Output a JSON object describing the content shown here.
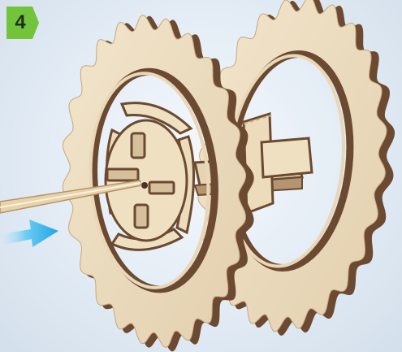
{
  "step": {
    "number": "4",
    "badge_color": "#73c43a"
  },
  "illustration": {
    "parts": [
      "front-gear",
      "rear-gear",
      "axle-hub",
      "rod",
      "direction-arrow"
    ],
    "colors": {
      "plywood_face": "#ecdcc0",
      "plywood_edge": "#6b4a31",
      "plywood_shadow": "#b79a76",
      "arrow": "#2cb0ea"
    }
  }
}
